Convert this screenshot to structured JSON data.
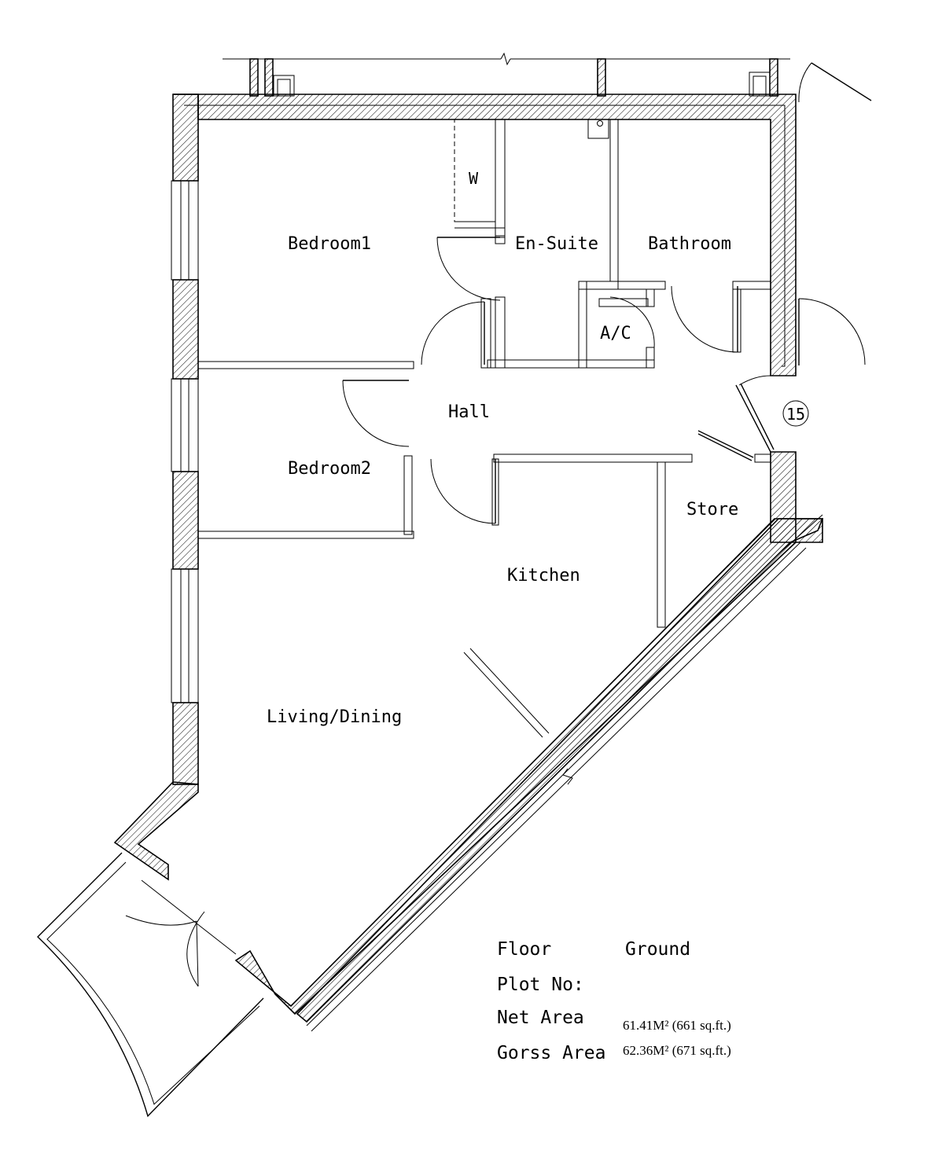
{
  "rooms": {
    "bedroom1": "Bedroom1",
    "wardrobe": "W",
    "en_suite": "En-Suite",
    "bathroom": "Bathroom",
    "ac": "A/C",
    "hall": "Hall",
    "bedroom2": "Bedroom2",
    "store": "Store",
    "kitchen": "Kitchen",
    "living_dining": "Living/Dining"
  },
  "unit_marker": "15",
  "info": {
    "floor_label": "Floor",
    "floor_value": "Ground",
    "plot_label": "Plot No:",
    "net_area_label": "Net Area",
    "net_area_value": "61.41M² (661 sq.ft.)",
    "gross_area_label": "Gorss Area",
    "gross_area_value": "62.36M² (671 sq.ft.)"
  }
}
